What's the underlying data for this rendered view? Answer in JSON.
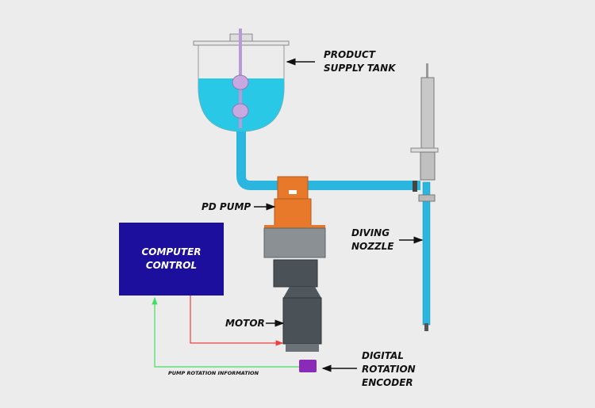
{
  "labels": {
    "tank_line1": "PRODUCT",
    "tank_line2": "SUPPLY TANK",
    "pump": "PD PUMP",
    "nozzle_line1": "DIVING",
    "nozzle_line2": "NOZZLE",
    "motor": "MOTOR",
    "encoder_line1": "DIGITAL",
    "encoder_line2": "ROTATION",
    "encoder_line3": "ENCODER",
    "computer_line1": "COMPUTER",
    "computer_line2": "CONTROL",
    "feedback": "PUMP ROTATION INFORMATION"
  },
  "colors": {
    "background": "#ececec",
    "liquid": "#29c8e6",
    "pipe": "#2bb6e0",
    "pump": "#e8782a",
    "computer": "#1c0f9e",
    "control_signal": "#f04040",
    "feedback_signal": "#40e060",
    "encoder": "#8a2ab8"
  }
}
